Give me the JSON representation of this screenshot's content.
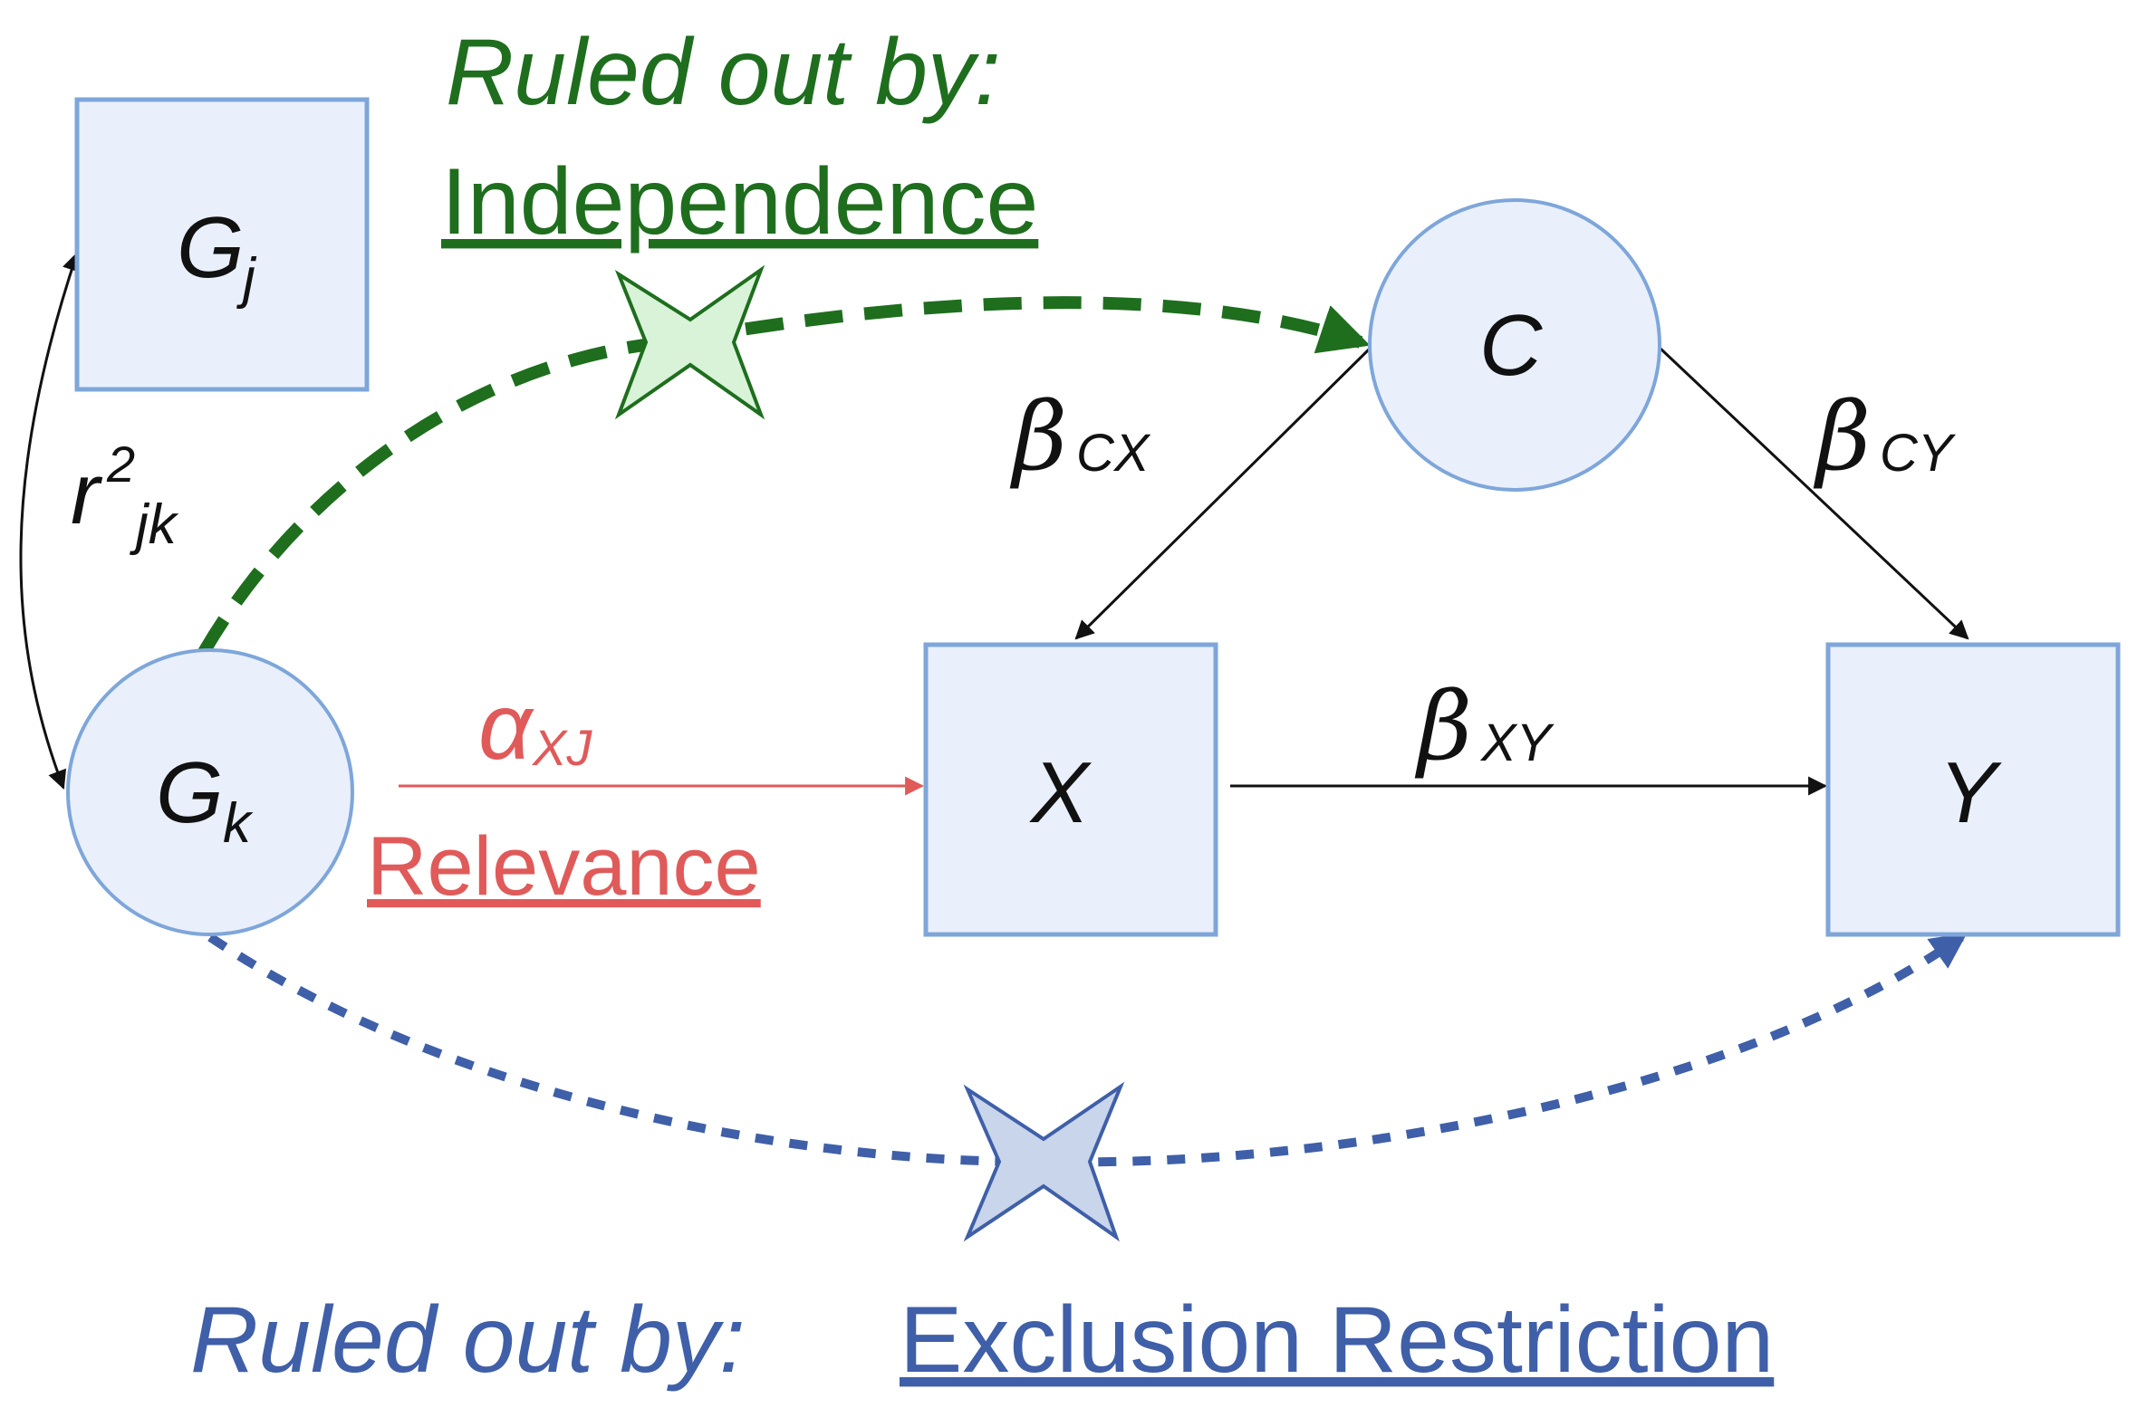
{
  "nodes": {
    "gj": {
      "letter": "G",
      "subscript": "j"
    },
    "gk": {
      "letter": "G",
      "subscript": "k"
    },
    "c": {
      "letter": "C"
    },
    "x": {
      "letter": "X"
    },
    "y": {
      "letter": "Y"
    }
  },
  "edges": {
    "correlation": {
      "symbol": "r",
      "superscript": "2",
      "subscript": "jk"
    },
    "relevance": {
      "symbol": "α",
      "subscript": "XJ",
      "name": "Relevance"
    },
    "c_to_x": {
      "symbol": "β",
      "subscript": "CX"
    },
    "c_to_y": {
      "symbol": "β",
      "subscript": "CY"
    },
    "x_to_y": {
      "symbol": "β",
      "subscript": "XY"
    }
  },
  "annotations": {
    "independence": {
      "prefix": "Ruled out by:",
      "assumption": "Independence"
    },
    "exclusion": {
      "prefix": "Ruled out by:",
      "assumption": "Exclusion Restriction"
    }
  },
  "colors": {
    "independence": "#1e6e1e",
    "exclusion": "#3f5fa8",
    "relevance": "#e05a5a",
    "node_fill": "#e9f0fb",
    "node_stroke": "#7ea6da",
    "star_green_fill": "#d8f3d8",
    "star_blue_fill": "#c9d5ea"
  }
}
